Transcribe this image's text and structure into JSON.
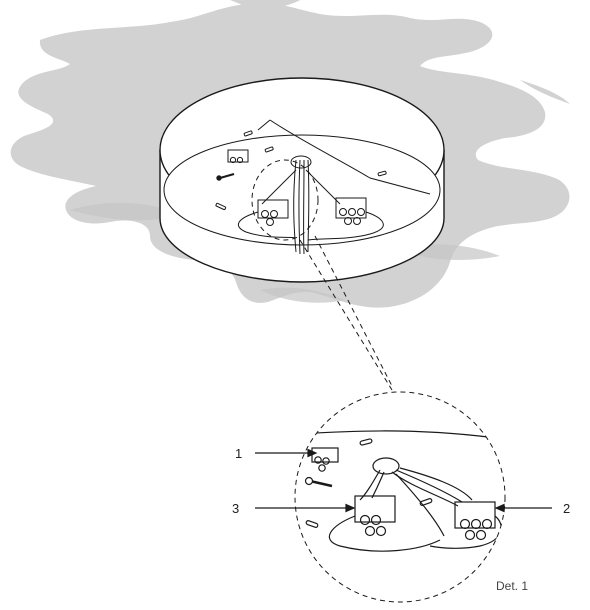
{
  "callouts": [
    {
      "label": "1"
    },
    {
      "label": "2"
    },
    {
      "label": "3"
    }
  ],
  "detail_caption": "Det. 1",
  "colors": {
    "background_texture": "#cfcfcf",
    "line": "#1a1a1a",
    "fixture_fill": "#ffffff"
  }
}
